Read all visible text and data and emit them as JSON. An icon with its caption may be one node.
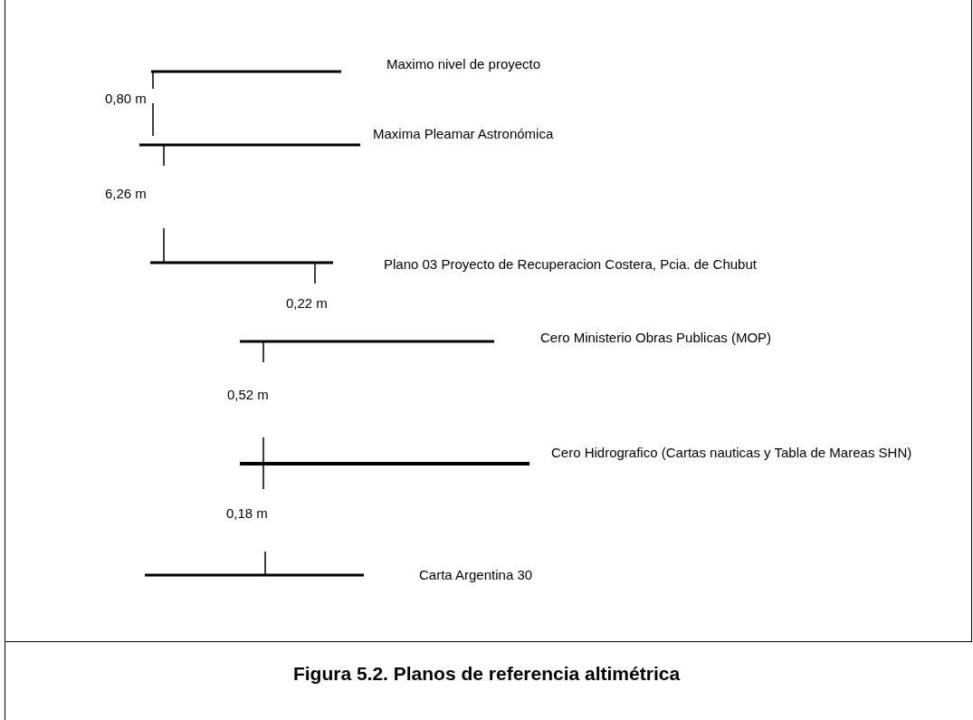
{
  "diagram": {
    "caption": "Figura 5.2. Planos de referencia altimétrica",
    "labels": [
      "Maximo nivel de proyecto",
      "0,80 m",
      "Maxima Pleamar Astronómica",
      "6,26 m",
      "Plano 03 Proyecto de Recuperacion Costera, Pcia. de Chubut",
      "0,22 m",
      "Cero Ministerio Obras Publicas (MOP)",
      "0,52 m",
      "Cero Hidrografico (Cartas nauticas y Tabla de Mareas SHN)",
      "0,18 m",
      "Carta Argentina 30"
    ]
  }
}
